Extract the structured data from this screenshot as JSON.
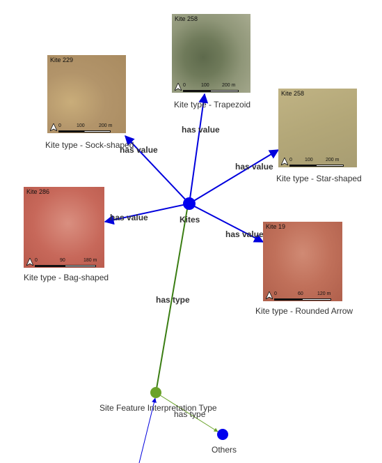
{
  "nodes": {
    "kites": {
      "label": "Kites",
      "color": "#0000ee"
    },
    "site_feature": {
      "label": "Site Feature Interpretation Type",
      "color": "#6aa22a"
    },
    "others": {
      "label": "Others",
      "color": "#0000ee"
    }
  },
  "edges": {
    "has_value": "has value",
    "has_type": "has type"
  },
  "colors": {
    "edge_blue": "#0000dd",
    "edge_green": "#3a7d12",
    "edge_green_light": "#6aa22a"
  },
  "thumbnails": [
    {
      "id": "kite-229",
      "title": "Kite 229",
      "caption": "Kite type - Sock-shaped",
      "scale": [
        "0",
        "100",
        "200 m"
      ],
      "bg": "#b89b6a"
    },
    {
      "id": "kite-258-trap",
      "title": "Kite 258",
      "caption": "Kite type - Trapezoid",
      "scale": [
        "0",
        "100",
        "200 m"
      ],
      "bg": "#6f7a5a"
    },
    {
      "id": "kite-258-star",
      "title": "Kite 258",
      "caption": "Kite type - Star-shaped",
      "scale": [
        "0",
        "100",
        "200 m"
      ],
      "bg": "#b6aa7c"
    },
    {
      "id": "kite-286",
      "title": "Kite 286",
      "caption": "Kite type - Bag-shaped",
      "scale": [
        "0",
        "90",
        "180 m"
      ],
      "bg": "#c7685a"
    },
    {
      "id": "kite-19",
      "title": "Kite 19",
      "caption": "Kite type - Rounded Arrow",
      "scale": [
        "0",
        "60",
        "120 m"
      ],
      "bg": "#c0705a"
    }
  ]
}
